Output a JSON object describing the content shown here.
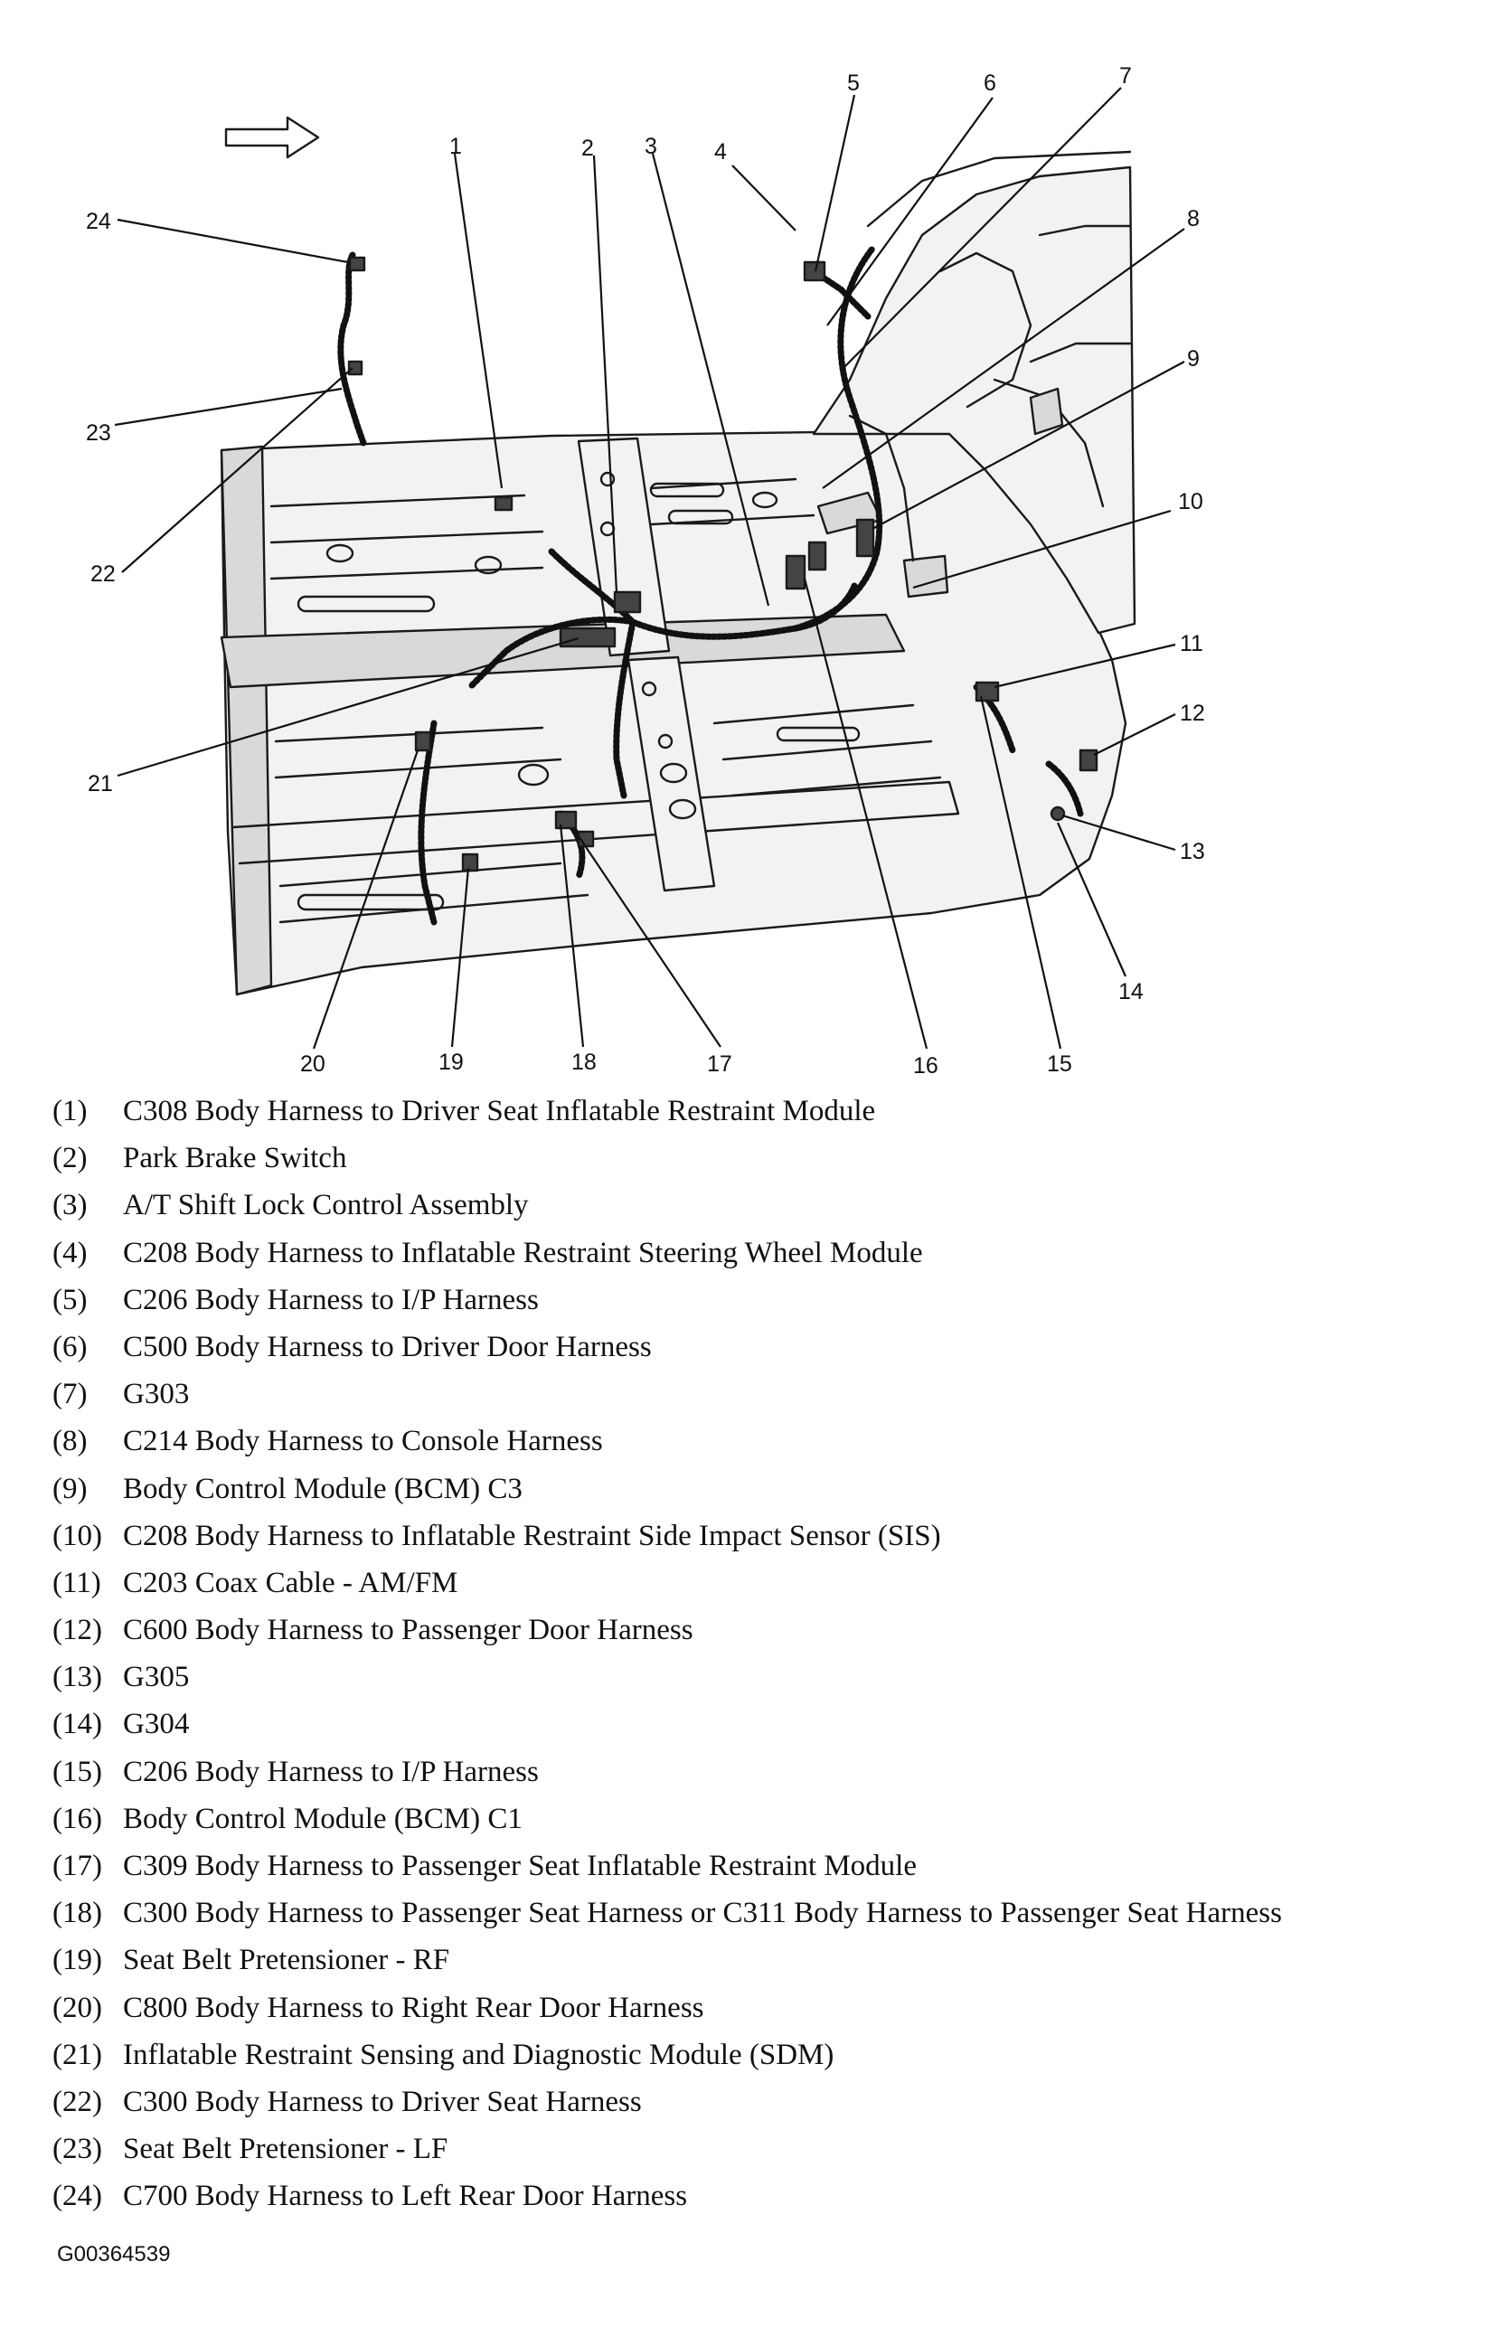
{
  "diagram": {
    "callouts": [
      "1",
      "2",
      "3",
      "4",
      "5",
      "6",
      "7",
      "8",
      "9",
      "10",
      "11",
      "12",
      "13",
      "14",
      "15",
      "16",
      "17",
      "18",
      "19",
      "20",
      "21",
      "22",
      "23",
      "24"
    ],
    "orientation_icon": "right-arrow-icon"
  },
  "legend": [
    {
      "num": "(1)",
      "text": "C308 Body Harness to Driver Seat Inflatable Restraint Module"
    },
    {
      "num": "(2)",
      "text": "Park Brake Switch"
    },
    {
      "num": "(3)",
      "text": "A/T Shift Lock Control Assembly"
    },
    {
      "num": "(4)",
      "text": "C208 Body Harness to Inflatable Restraint Steering Wheel Module"
    },
    {
      "num": "(5)",
      "text": "C206 Body Harness to I/P Harness"
    },
    {
      "num": "(6)",
      "text": "C500 Body Harness to Driver Door Harness"
    },
    {
      "num": "(7)",
      "text": "G303"
    },
    {
      "num": "(8)",
      "text": "C214 Body Harness to Console Harness"
    },
    {
      "num": "(9)",
      "text": "Body Control Module (BCM) C3"
    },
    {
      "num": "(10)",
      "text": "C208 Body Harness to Inflatable Restraint Side Impact Sensor (SIS)"
    },
    {
      "num": "(11)",
      "text": "C203 Coax Cable - AM/FM"
    },
    {
      "num": "(12)",
      "text": "C600 Body Harness to Passenger Door Harness"
    },
    {
      "num": "(13)",
      "text": "G305"
    },
    {
      "num": "(14)",
      "text": "G304"
    },
    {
      "num": "(15)",
      "text": "C206 Body Harness to I/P Harness"
    },
    {
      "num": "(16)",
      "text": "Body Control Module (BCM) C1"
    },
    {
      "num": "(17)",
      "text": "C309 Body Harness to Passenger Seat Inflatable Restraint Module"
    },
    {
      "num": "(18)",
      "text": "C300 Body Harness to Passenger Seat Harness or C311 Body Harness to Passenger Seat Harness"
    },
    {
      "num": "(19)",
      "text": "Seat Belt Pretensioner - RF"
    },
    {
      "num": "(20)",
      "text": "C800 Body Harness to Right Rear Door Harness"
    },
    {
      "num": "(21)",
      "text": "Inflatable Restraint Sensing and Diagnostic Module (SDM)"
    },
    {
      "num": "(22)",
      "text": "C300 Body Harness to Driver Seat Harness"
    },
    {
      "num": "(23)",
      "text": "Seat Belt Pretensioner - LF"
    },
    {
      "num": "(24)",
      "text": "C700 Body Harness to Left Rear Door Harness"
    }
  ],
  "figure_id": "G00364539"
}
